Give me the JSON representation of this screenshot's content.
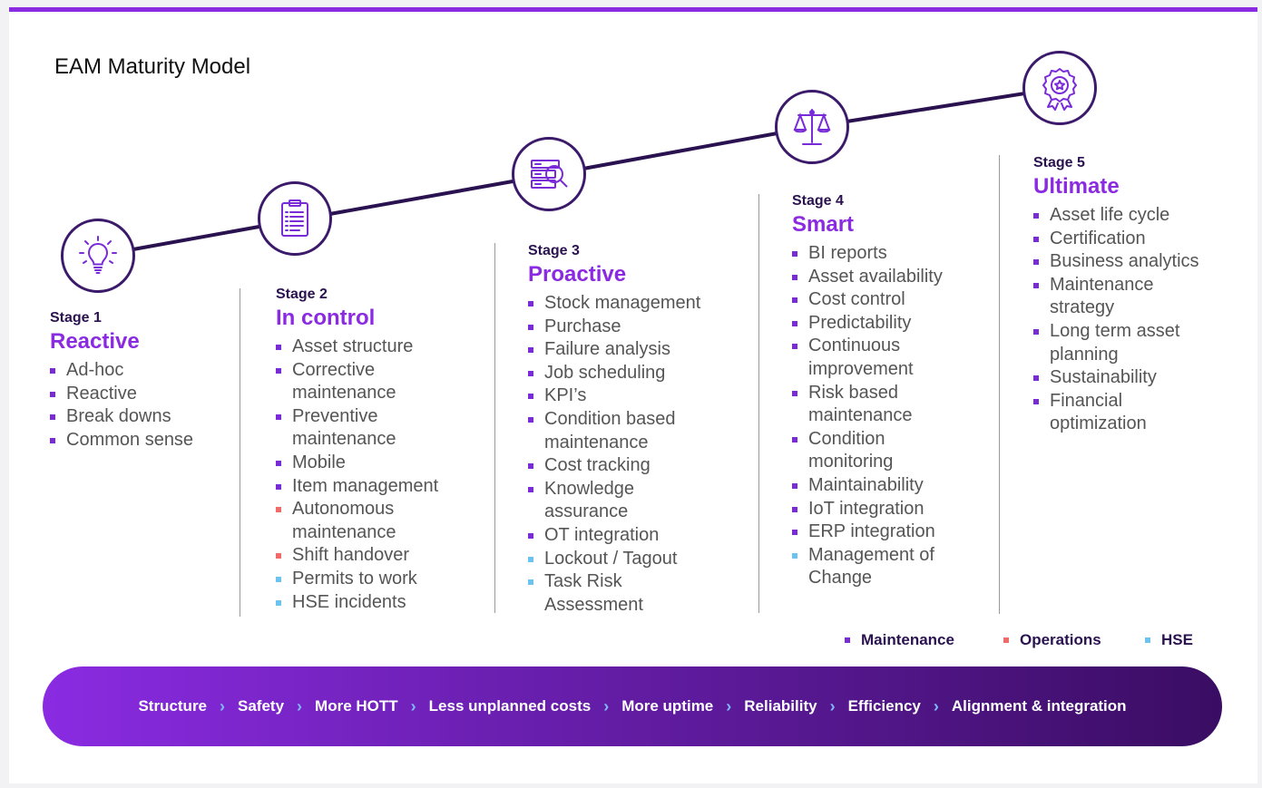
{
  "title": "EAM Maturity Model",
  "colors": {
    "accent": "#8a2be2",
    "dark": "#2a1250",
    "maintenance": "#7a2bd8",
    "operations": "#f06a6a",
    "hse": "#6cc3f0",
    "topbar": "#8a2be2",
    "banner_start": "#8a2be2",
    "banner_end": "#3a0d63"
  },
  "stages": [
    {
      "number": "Stage 1",
      "name": "Reactive",
      "icon": "lightbulb-icon",
      "items": [
        {
          "text": "Ad-hoc",
          "category": "maintenance"
        },
        {
          "text": "Reactive",
          "category": "maintenance"
        },
        {
          "text": "Break downs",
          "category": "maintenance"
        },
        {
          "text": "Common sense",
          "category": "maintenance"
        }
      ]
    },
    {
      "number": "Stage 2",
      "name": "In control",
      "icon": "clipboard-icon",
      "items": [
        {
          "text": "Asset structure",
          "category": "maintenance"
        },
        {
          "text": "Corrective\nmaintenance",
          "category": "maintenance"
        },
        {
          "text": "Preventive\nmaintenance",
          "category": "maintenance"
        },
        {
          "text": "Mobile",
          "category": "maintenance"
        },
        {
          "text": "Item management",
          "category": "maintenance"
        },
        {
          "text": "Autonomous\nmaintenance",
          "category": "operations"
        },
        {
          "text": "Shift handover",
          "category": "operations"
        },
        {
          "text": "Permits to work",
          "category": "hse"
        },
        {
          "text": "HSE incidents",
          "category": "hse"
        }
      ]
    },
    {
      "number": "Stage 3",
      "name": "Proactive",
      "icon": "magnifier-server-icon",
      "items": [
        {
          "text": "Stock management",
          "category": "maintenance"
        },
        {
          "text": "Purchase",
          "category": "maintenance"
        },
        {
          "text": "Failure analysis",
          "category": "maintenance"
        },
        {
          "text": "Job scheduling",
          "category": "maintenance"
        },
        {
          "text": "KPI’s",
          "category": "maintenance"
        },
        {
          "text": "Condition based\nmaintenance",
          "category": "maintenance"
        },
        {
          "text": "Cost tracking",
          "category": "maintenance"
        },
        {
          "text": "Knowledge\nassurance",
          "category": "maintenance"
        },
        {
          "text": "OT integration",
          "category": "maintenance"
        },
        {
          "text": "Lockout / Tagout",
          "category": "hse"
        },
        {
          "text": "Task Risk\nAssessment",
          "category": "hse"
        }
      ]
    },
    {
      "number": "Stage 4",
      "name": "Smart",
      "icon": "scales-icon",
      "items": [
        {
          "text": "BI reports",
          "category": "maintenance"
        },
        {
          "text": "Asset availability",
          "category": "maintenance"
        },
        {
          "text": "Cost control",
          "category": "maintenance"
        },
        {
          "text": "Predictability",
          "category": "maintenance"
        },
        {
          "text": "Continuous\nimprovement",
          "category": "maintenance"
        },
        {
          "text": "Risk based\nmaintenance",
          "category": "maintenance"
        },
        {
          "text": "Condition\nmonitoring",
          "category": "maintenance"
        },
        {
          "text": "Maintainability",
          "category": "maintenance"
        },
        {
          "text": "IoT integration",
          "category": "maintenance"
        },
        {
          "text": "ERP integration",
          "category": "maintenance"
        },
        {
          "text": "Management of\nChange",
          "category": "hse"
        }
      ]
    },
    {
      "number": "Stage 5",
      "name": "Ultimate",
      "icon": "award-badge-icon",
      "items": [
        {
          "text": "Asset life cycle",
          "category": "maintenance"
        },
        {
          "text": "Certification",
          "category": "maintenance"
        },
        {
          "text": "Business analytics",
          "category": "maintenance"
        },
        {
          "text": "Maintenance\nstrategy",
          "category": "maintenance"
        },
        {
          "text": "Long term asset\nplanning",
          "category": "maintenance"
        },
        {
          "text": "Sustainability",
          "category": "maintenance"
        },
        {
          "text": "Financial\noptimization",
          "category": "maintenance"
        }
      ]
    }
  ],
  "legend": [
    {
      "label": "Maintenance",
      "category": "maintenance"
    },
    {
      "label": "Operations",
      "category": "operations"
    },
    {
      "label": "HSE",
      "category": "hse"
    }
  ],
  "banner_steps": [
    "Structure",
    "Safety",
    "More HOTT",
    "Less unplanned costs",
    "More uptime",
    "Reliability",
    "Efficiency",
    "Alignment & integration"
  ],
  "banner_separator": "›"
}
